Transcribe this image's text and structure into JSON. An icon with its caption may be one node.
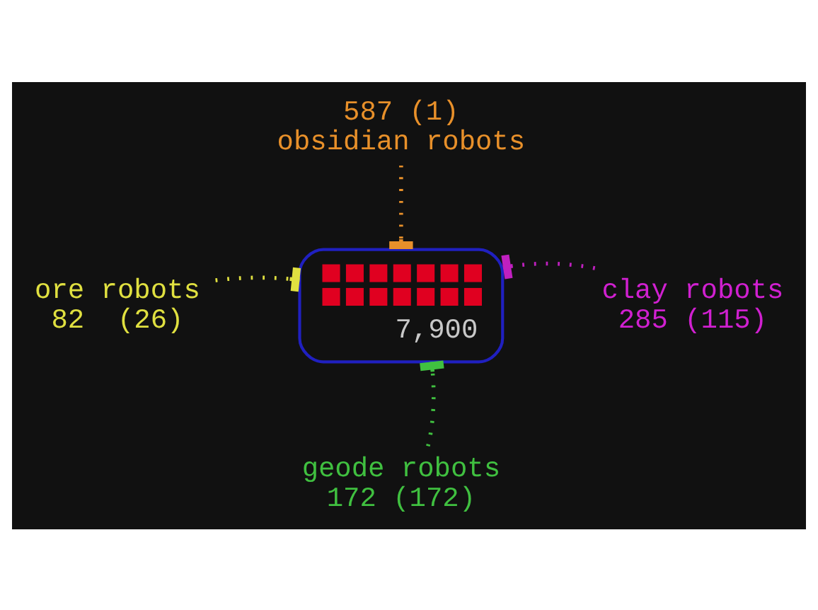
{
  "diagram": {
    "nodes": [
      {
        "text": [
          "7,900"
        ]
      },
      {
        "text": [
          "587 (1)",
          "obsidian robots"
        ]
      },
      {
        "text": [
          "ore robots",
          "82  (26)"
        ]
      },
      {
        "text": [
          "clay robots",
          "285 (115)"
        ]
      },
      {
        "text": [
          "geode robots",
          "172 (172)"
        ]
      }
    ],
    "edges": [
      {
        "from": 1,
        "to": 0,
        "arrow": "other",
        "color": "#e8902a"
      },
      {
        "from": 2,
        "to": 0,
        "arrow": "other",
        "color": "#e0e040"
      },
      {
        "from": 3,
        "to": 0,
        "arrow": "other",
        "color": "#c020c0"
      },
      {
        "from": 4,
        "to": 0,
        "arrow": "other",
        "color": "#40c040"
      }
    ]
  }
}
